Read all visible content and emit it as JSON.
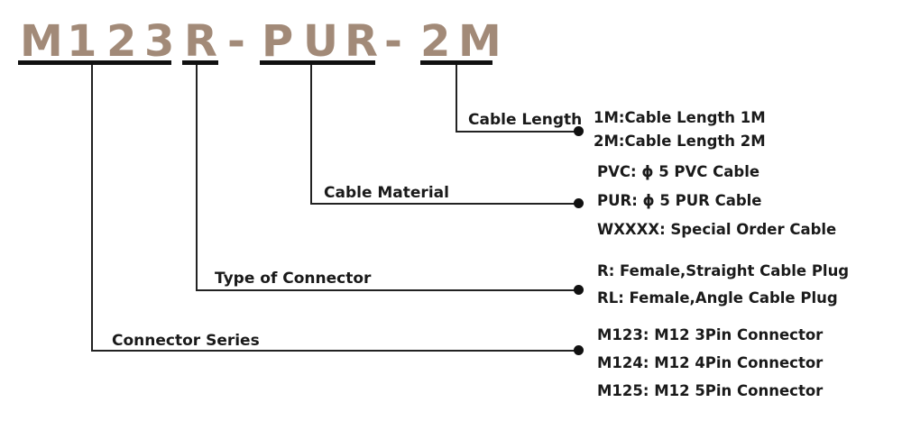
{
  "code": [
    "M",
    "1",
    "2",
    "3",
    "R",
    "-",
    "P",
    "U",
    "R",
    "-",
    "2",
    "M"
  ],
  "categories": {
    "length": "Cable Length",
    "material": "Cable Material",
    "connector_type": "Type of Connector",
    "series": "Connector Series"
  },
  "options": {
    "length": [
      "1M:Cable Length 1M",
      "2M:Cable Length 2M"
    ],
    "material": [
      "PVC: ϕ 5 PVC Cable",
      "PUR: ϕ 5 PUR Cable",
      "WXXXX:  Special Order Cable"
    ],
    "connector_type": [
      "R:   Female,Straight Cable Plug",
      "RL: Female,Angle Cable Plug"
    ],
    "series": [
      "M123: M12 3Pin Connector",
      "M124: M12 4Pin Connector",
      "M125: M12 5Pin Connector"
    ]
  },
  "colors": {
    "code_text": "#a28a78",
    "lines": "#222222"
  }
}
